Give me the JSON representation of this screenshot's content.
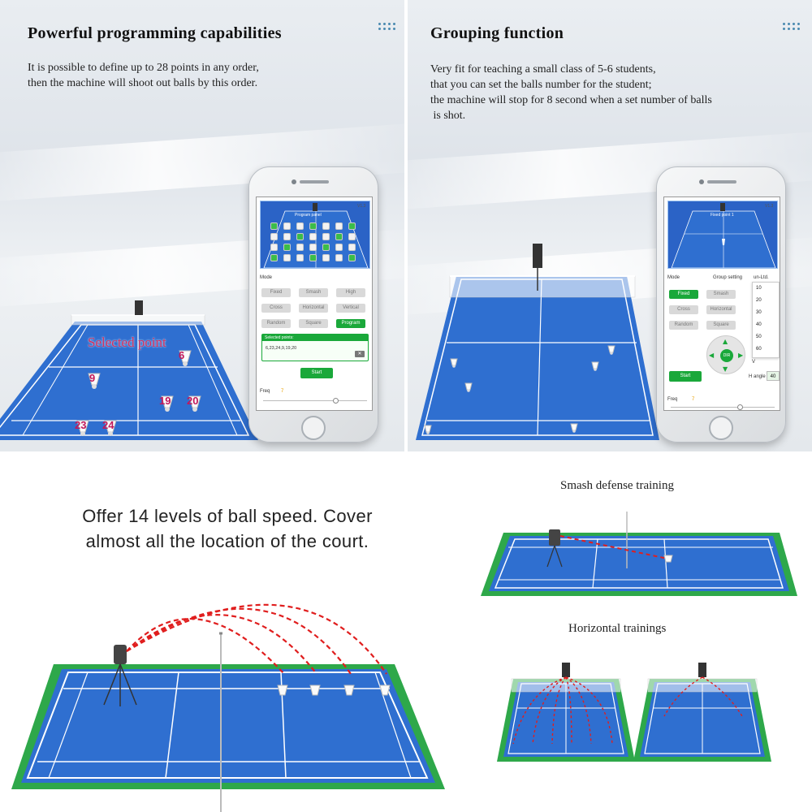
{
  "programming": {
    "title": "Powerful programming capabilities",
    "desc_lines": [
      "It is possible to define up to 28 points in any order,",
      "then the machine will shoot out balls by this order."
    ],
    "court_overlay": "Selected point",
    "point_labels": [
      "6",
      "9",
      "19",
      "20",
      "23",
      "24"
    ],
    "app": {
      "version": "V1.3",
      "panel_title": "Program panel",
      "mode_label": "Mode",
      "modes": [
        "Fixed",
        "Smash",
        "High",
        "Cross",
        "Horizontal",
        "Vertical",
        "Random",
        "Square",
        "Program"
      ],
      "active_mode": "Program",
      "selected_label": "Selected points:",
      "selected_value": "6,23,24,9,19,20",
      "start_label": "Start",
      "freq_label": "Freq",
      "freq_value": "7"
    }
  },
  "grouping": {
    "title": "Grouping function",
    "desc_lines": [
      "Very fit for teaching a small class of 5-6 students,",
      "that you can set the balls number for the student;",
      "the machine will stop for 8 second when a set number of balls",
      " is shot."
    ],
    "app": {
      "version": "V1.3",
      "panel_title": "Fixed point 1",
      "mode_label": "Mode",
      "group_setting_label": "Group setting",
      "group_setting_value": "un-Ltd.",
      "group_options": [
        "10",
        "20",
        "30",
        "40",
        "50",
        "60"
      ],
      "modes": [
        "Fixed",
        "Smash",
        "Cross",
        "Horizontal",
        "Random",
        "Square"
      ],
      "active_mode": "Fixed",
      "dir_label": "DIR",
      "start_label": "Start",
      "v_label": "V",
      "h_angle_label": "H angle",
      "h_angle_value": "40",
      "freq_label": "Freq",
      "freq_value": "7"
    }
  },
  "speed": {
    "caption_lines": [
      "Offer 14 levels of ball speed. Cover",
      "almost all the location of the court."
    ]
  },
  "training": {
    "smash_label": "Smash defense training",
    "horizontal_label": "Horizontal trainings"
  },
  "colors": {
    "court_blue": "#2f6fd0",
    "court_line": "#ffffff",
    "surround_green": "#2ea84a",
    "accent_green": "#1aa83a",
    "trajectory_red": "#e01e1e",
    "label_pink": "#d1305f"
  }
}
